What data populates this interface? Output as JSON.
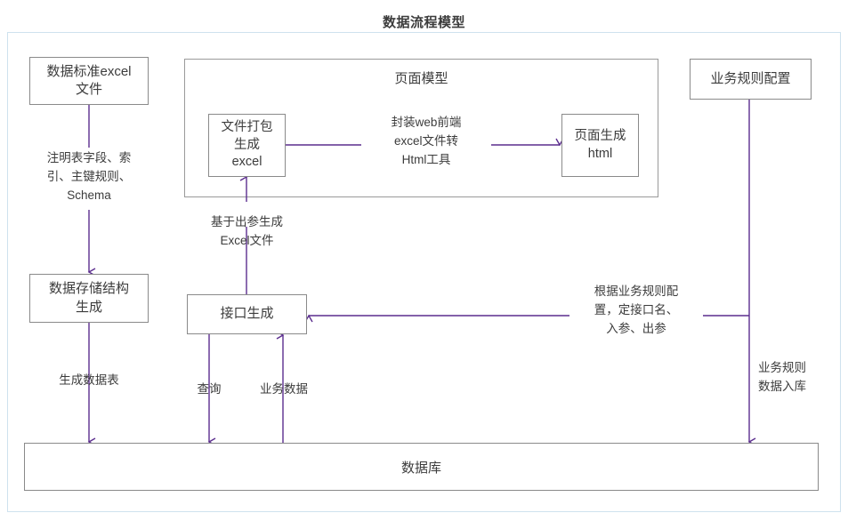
{
  "diagram": {
    "title": "数据流程模型",
    "frame_color": "#cfe2ee",
    "edge_color": "#5b2d8e",
    "box_border_color": "#8a8a8a",
    "nodes": {
      "data_standard_excel": {
        "line1": "数据标准excel",
        "line2": "文件"
      },
      "data_storage_structure": {
        "line1": "数据存储结构",
        "line2": "生成"
      },
      "interface_generation": {
        "line1": "接口生成"
      },
      "file_package_excel": {
        "line1": "文件打包",
        "line2": "生成",
        "line3": "excel"
      },
      "page_generate_html": {
        "line1": "页面生成",
        "line2": "html"
      },
      "business_rule_config": {
        "line1": "业务规则配置"
      },
      "database": {
        "line1": "数据库"
      }
    },
    "groups": {
      "page_model": {
        "title": "页面模型"
      }
    },
    "edge_labels": {
      "schema_rules": "注明表字段、索\n引、主键规则、\nSchema",
      "generate_data_table": "生成数据表",
      "based_on_output_excel": "基于出参生成\nExcel文件",
      "query": "查询",
      "business_data": "业务数据",
      "web_excel_to_html_tool": "封装web前端\nexcel文件转\nHtml工具",
      "by_business_rule_config": "根据业务规则配\n置，定接口名、\n入参、出参",
      "business_rule_data_into_db": "业务规则\n数据入库"
    }
  }
}
